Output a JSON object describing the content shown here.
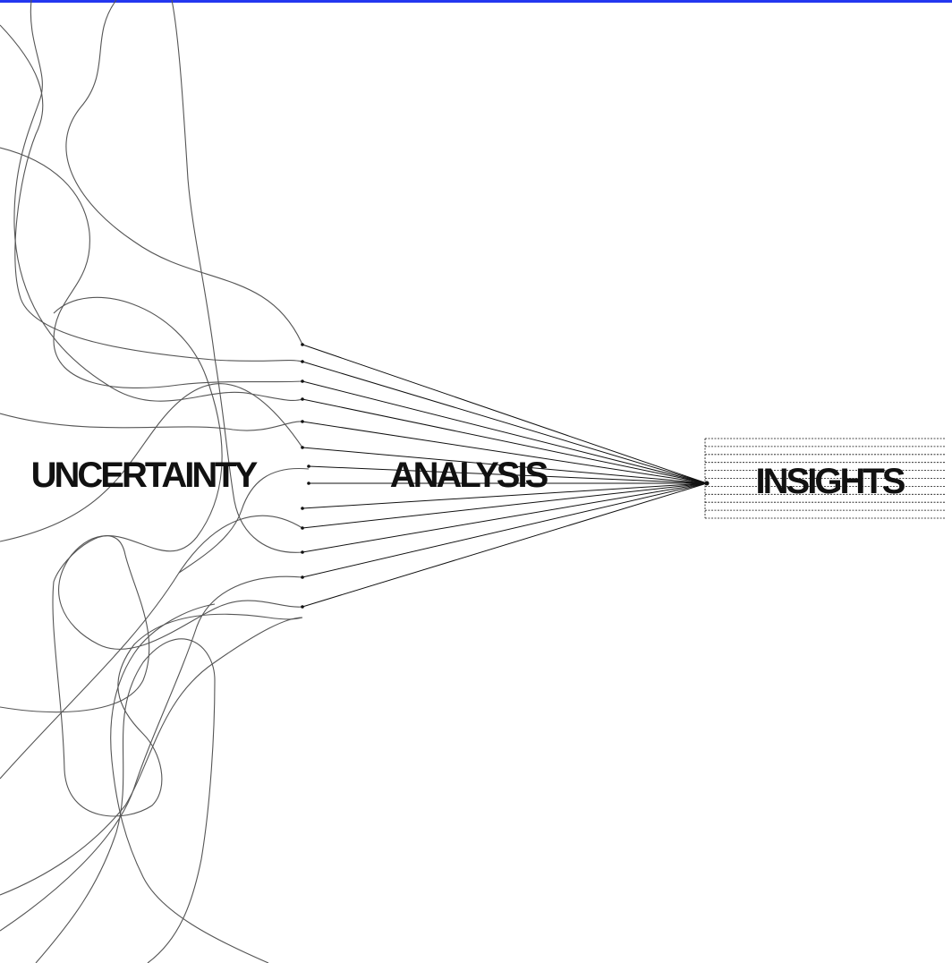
{
  "labels": {
    "uncertainty": "UNCERTAINTY",
    "analysis": "ANALYSIS",
    "insights": "INSIGHTS"
  },
  "colors": {
    "top_rule": "#2437f0",
    "ink": "#111111",
    "tangle": "#555555",
    "background": "#ffffff"
  },
  "diagram": {
    "concept": "tangled lines converge through analysis into a single point of insight",
    "tangled_line_count": 12,
    "fan_line_count": 12,
    "insight_rule_count": 11
  }
}
